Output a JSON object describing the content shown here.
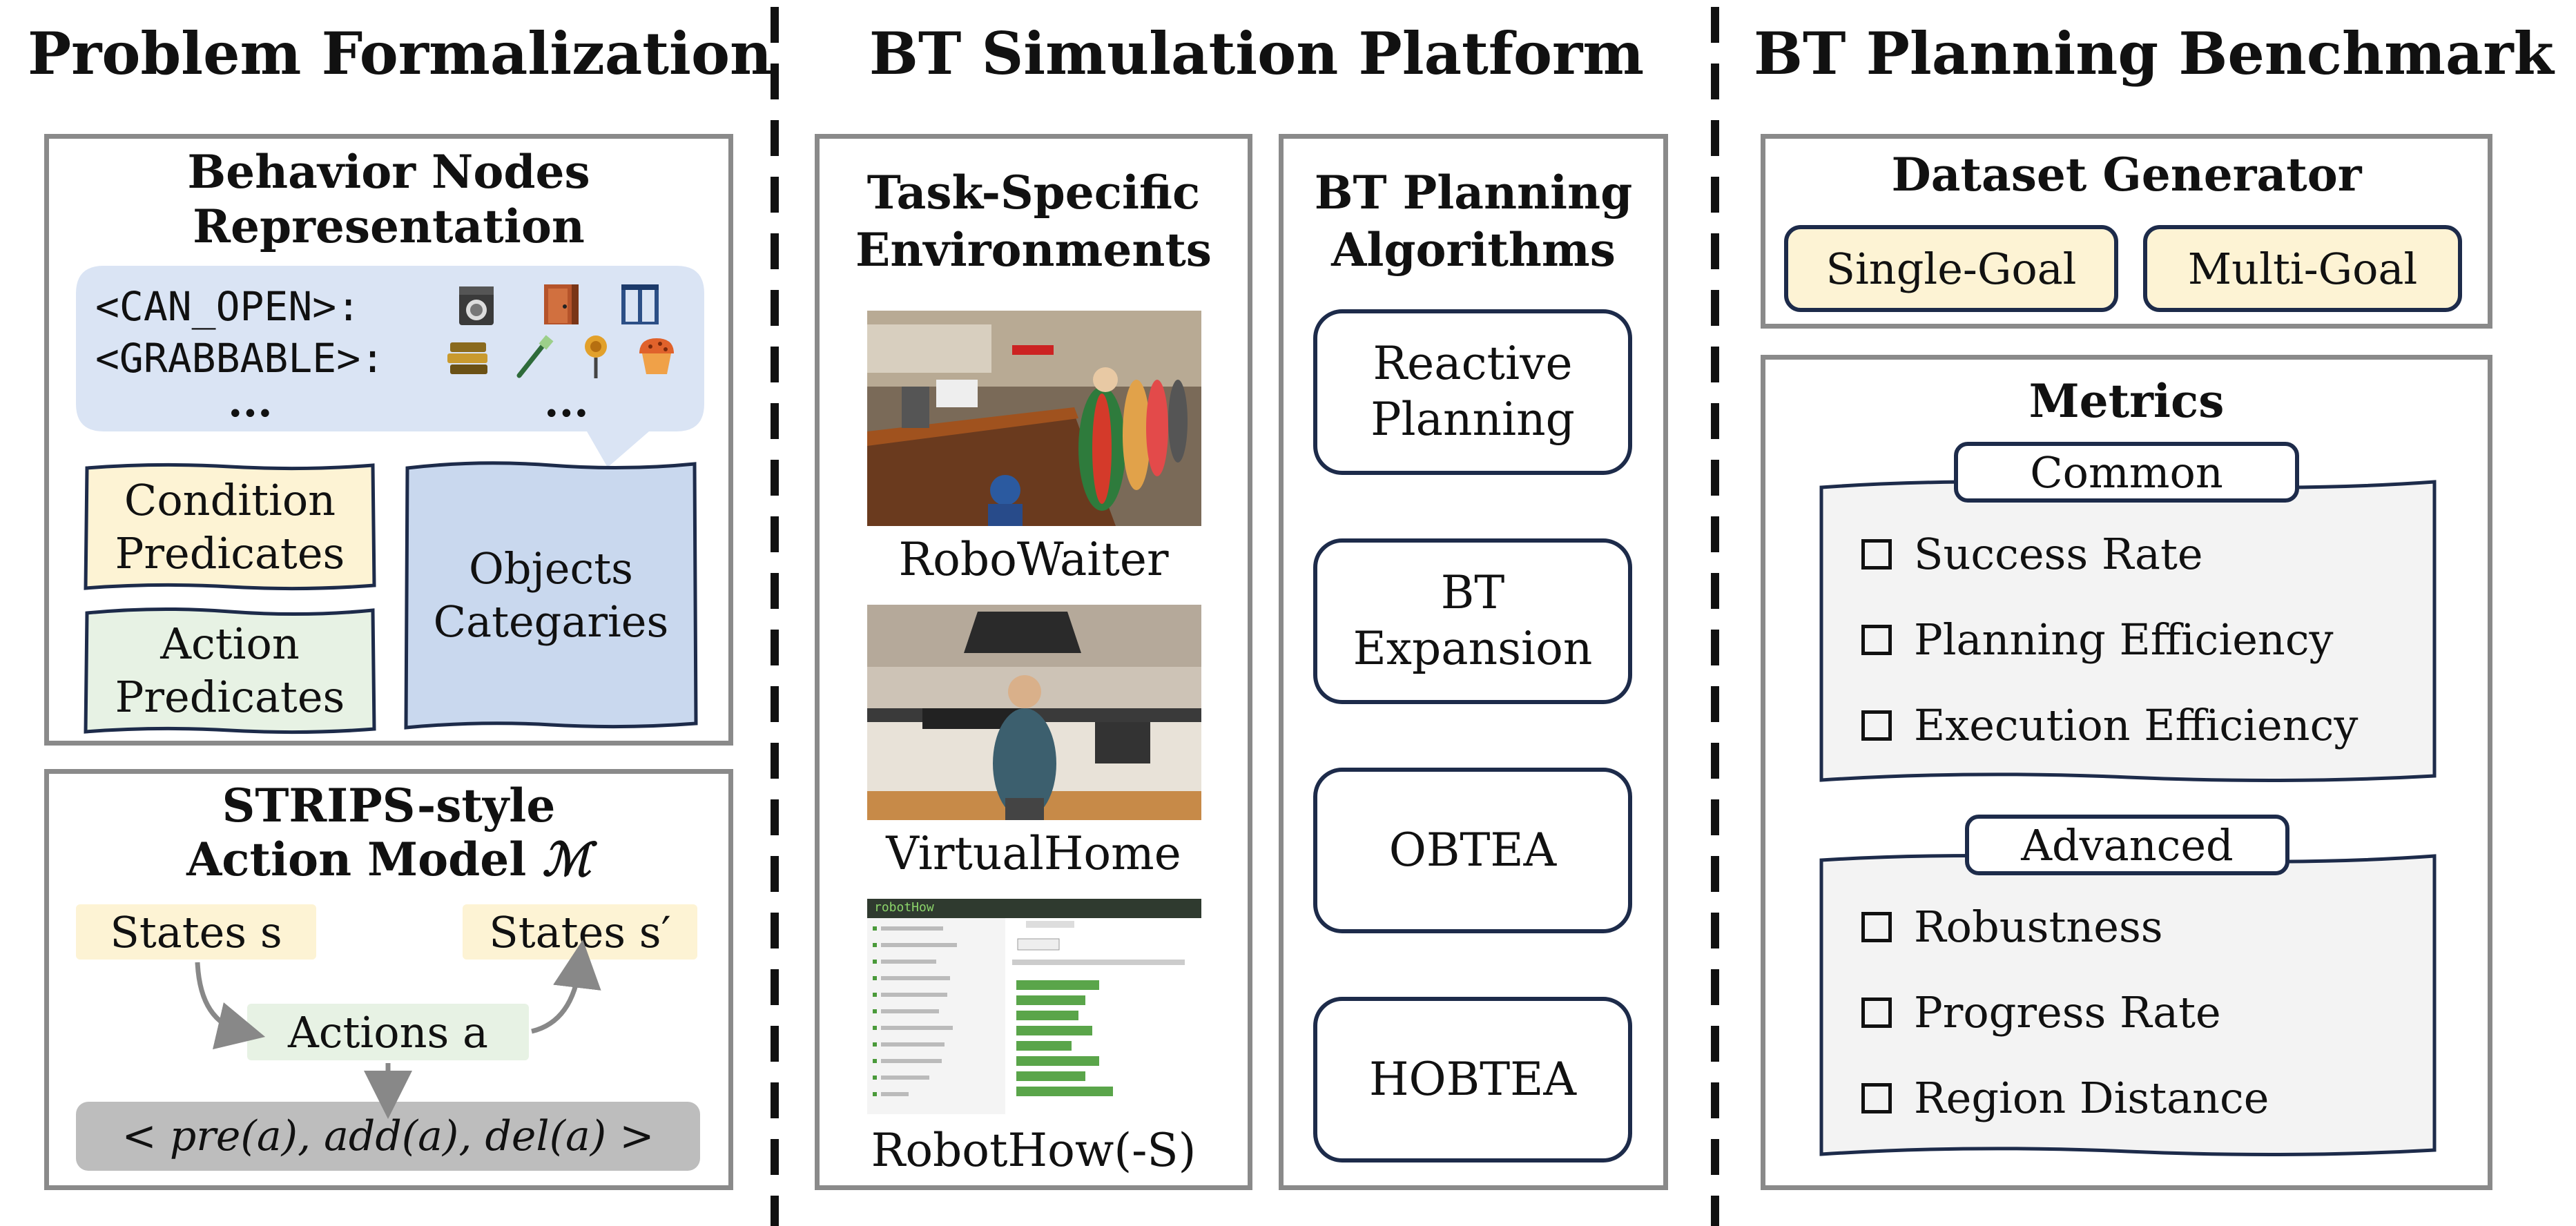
{
  "columns": {
    "problem": "Problem Formalization",
    "platform": "BT Simulation Platform",
    "benchmark": "BT Planning Benchmark"
  },
  "behavior_nodes": {
    "title": "Behavior Nodes\nRepresentation",
    "can_open": "<CAN_OPEN>:",
    "grabbable": "<GRABBABLE>:",
    "ellipsis_left": "...",
    "ellipsis_right": "...",
    "condition": "Condition\nPredicates",
    "action": "Action\nPredicates",
    "objects": "Objects\nCategaries"
  },
  "strips": {
    "title_line1": "STRIPS-style",
    "title_line2": "Action Model ",
    "title_symbol": "ℳ",
    "states_s": "States s",
    "states_s_prime": "States s′",
    "actions": "Actions a",
    "tuple": "< pre(a), add(a), del(a) >"
  },
  "environments": {
    "title": "Task-Specific\nEnvironments",
    "items": [
      "RoboWaiter",
      "VirtualHome",
      "RobotHow(-S)"
    ],
    "robothow_header": "robotHow"
  },
  "algorithms": {
    "title": "BT Planning\nAlgorithms",
    "items": [
      "Reactive\nPlanning",
      "BT\nExpansion",
      "OBTEA",
      "HOBTEA"
    ]
  },
  "dataset": {
    "title": "Dataset Generator",
    "single": "Single-Goal",
    "multi": "Multi-Goal"
  },
  "metrics": {
    "title": "Metrics",
    "common_label": "Common",
    "common": [
      "Success Rate",
      "Planning Efficiency",
      "Execution Efficiency"
    ],
    "advanced_label": "Advanced",
    "advanced": [
      "Robustness",
      "Progress Rate",
      "Region Distance"
    ]
  },
  "colors": {
    "panel_border": "#8a8a8a",
    "navy": "#1d2b4a",
    "cream": "#fdf3d4",
    "mint": "#e7f2e4",
    "blue": "#c9d8ee",
    "light_blue": "#dae4f4",
    "grey_panel": "#f3f3f3"
  }
}
